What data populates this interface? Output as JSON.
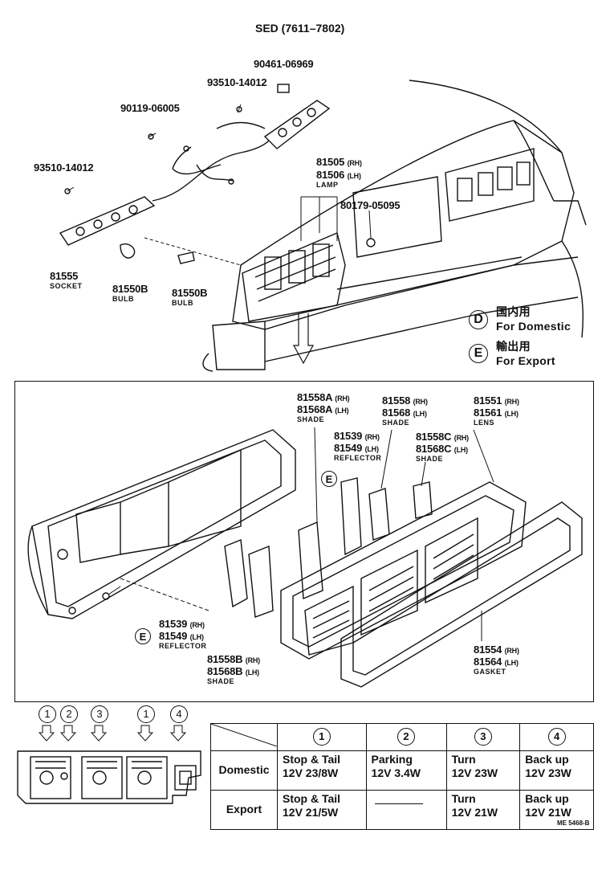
{
  "title": "SED (7611–7802)",
  "parts_top": {
    "p90461": "90461-06969",
    "p93510a": "93510-14012",
    "p90119": "90119-06005",
    "p93510b": "93510-14012",
    "p81505": "81505",
    "p81505_side": "(RH)",
    "p81506": "81506",
    "p81506_side": "(LH)",
    "lamp": "LAMP",
    "p80179": "80179-05095",
    "p81555": "81555",
    "socket": "SOCKET",
    "p81550b1": "81550B",
    "bulb1": "BULB",
    "p81550b2": "81550B",
    "bulb2": "BULB"
  },
  "legend": {
    "d_letter": "D",
    "d_jp": "国内用",
    "d_en": "For Domestic",
    "e_letter": "E",
    "e_jp": "輸出用",
    "e_en": "For Export"
  },
  "parts_exploded": {
    "p81558a": "81558A",
    "p81558a_side": "(RH)",
    "p81568a": "81568A",
    "p81568a_side": "(LH)",
    "shade1": "SHADE",
    "p81558": "81558",
    "p81558_side": "(RH)",
    "p81568": "81568",
    "p81568_side": "(LH)",
    "shade2": "SHADE",
    "p81551": "81551",
    "p81551_side": "(RH)",
    "p81561": "81561",
    "p81561_side": "(LH)",
    "lens": "LENS",
    "p81539a": "81539",
    "p81539a_side": "(RH)",
    "p81549a": "81549",
    "p81549a_side": "(LH)",
    "reflector1": "REFLECTOR",
    "p81558c": "81558C",
    "p81558c_side": "(RH)",
    "p81568c": "81568C",
    "p81568c_side": "(LH)",
    "shade3": "SHADE",
    "e_mark1": "E",
    "p81539b": "81539",
    "p81539b_side": "(RH)",
    "p81549b": "81549",
    "p81549b_side": "(LH)",
    "reflector2": "REFLECTOR",
    "e_mark2": "E",
    "p81558b": "81558B",
    "p81558b_side": "(RH)",
    "p81568b": "81568B",
    "p81568b_side": "(LH)",
    "shade4": "SHADE",
    "p81554": "81554",
    "p81554_side": "(RH)",
    "p81564": "81564",
    "p81564_side": "(LH)",
    "gasket": "GASKET"
  },
  "position_markers": [
    "1",
    "2",
    "3",
    "1",
    "4"
  ],
  "spec_table": {
    "headers": [
      "1",
      "2",
      "3",
      "4"
    ],
    "rows": [
      {
        "label": "Domestic",
        "cells": [
          [
            "Stop & Tail",
            "12V 23/8W"
          ],
          [
            "Parking",
            "12V 3.4W"
          ],
          [
            "Turn",
            "12V 23W"
          ],
          [
            "Back up",
            "12V 23W"
          ]
        ]
      },
      {
        "label": "Export",
        "cells": [
          [
            "Stop & Tail",
            "12V 21/5W"
          ],
          [],
          [
            "Turn",
            "12V 21W"
          ],
          [
            "Back up",
            "12V 21W"
          ]
        ]
      }
    ]
  },
  "ref_code": "ME 5468-B"
}
